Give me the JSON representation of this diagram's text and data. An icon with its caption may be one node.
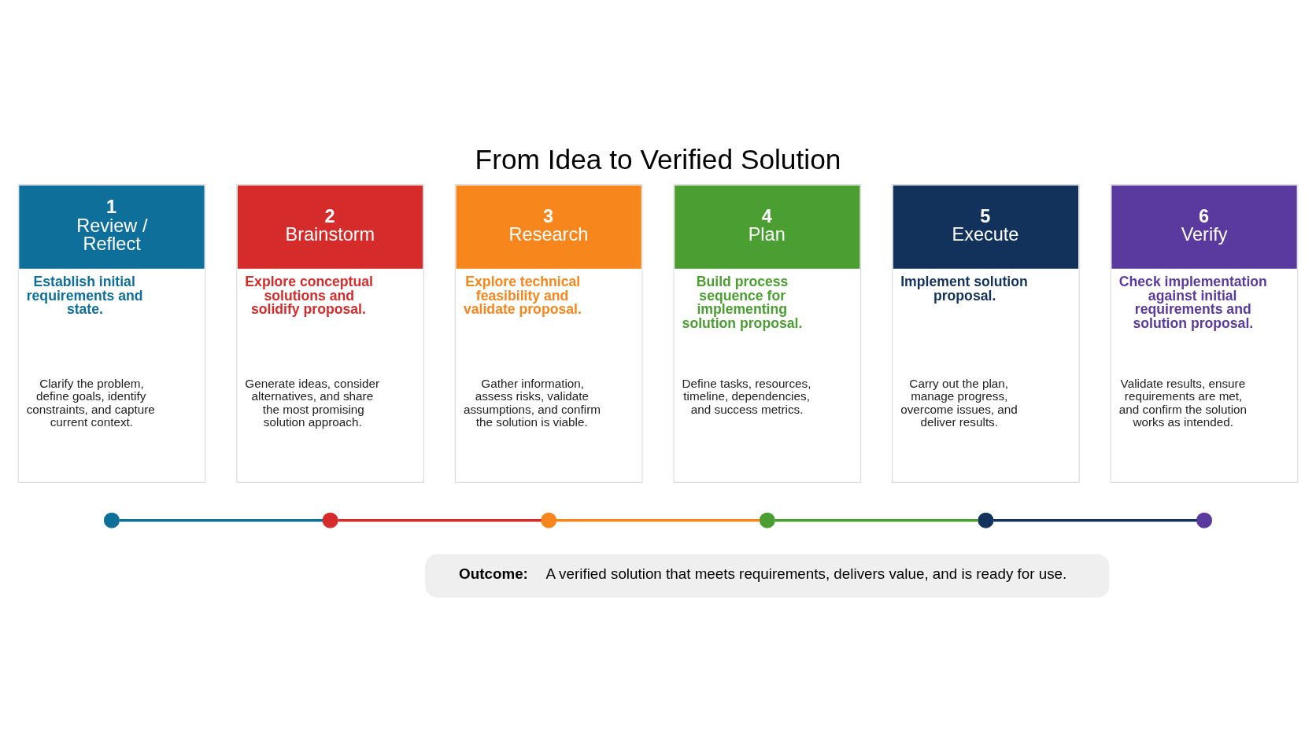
{
  "diagram": {
    "title": "From Idea to Verified Solution",
    "nodes": [
      {
        "text": [
          "1",
          "Review / Reflect",
          "Establish initial requirements and state.",
          "Clarify the problem, define goals, identify constraints, and capture current context."
        ]
      },
      {
        "text": [
          "2",
          "Brainstorm",
          "Explore conceptual solutions and solidify proposal.",
          "Generate ideas, consider alternatives, and share the most promising solution approach."
        ]
      },
      {
        "text": [
          "3",
          "Research",
          "Explore technical feasibility and validate proposal.",
          "Gather information, assess risks, validate assumptions, and confirm the solution is viable."
        ]
      },
      {
        "text": [
          "4",
          "Plan",
          "Build process sequence for implementing solution proposal.",
          "Define tasks, resources, timeline, dependencies, and success metrics."
        ]
      },
      {
        "text": [
          "5",
          "Execute",
          "Implement solution proposal.",
          "Carry out the plan, manage progress, overcome issues, and deliver results."
        ]
      },
      {
        "text": [
          "6",
          "Verify",
          "Check implementation against initial requirements and solution proposal.",
          "Validate results, ensure requirements are met, and confirm the solution works as intended."
        ]
      },
      {
        "text": [],
        "shape": "circle"
      },
      {
        "text": [],
        "shape": "circle"
      },
      {
        "text": [],
        "shape": "circle"
      },
      {
        "text": [],
        "shape": "circle"
      },
      {
        "text": [],
        "shape": "circle"
      },
      {
        "text": [],
        "shape": "circle"
      },
      {
        "text": [
          "Outcome:",
          "A verified solution that meets requirements, delivers value, and is ready for use."
        ]
      }
    ],
    "edges": [
      {
        "from": 6,
        "to": 7,
        "arrow": "none",
        "color": "#0e6f9a"
      },
      {
        "from": 7,
        "to": 8,
        "arrow": "none",
        "color": "#d62b2b"
      },
      {
        "from": 8,
        "to": 9,
        "arrow": "none",
        "color": "#f7861d"
      },
      {
        "from": 9,
        "to": 10,
        "arrow": "none",
        "color": "#4a9e32"
      },
      {
        "from": 10,
        "to": 11,
        "arrow": "none",
        "color": "#12325c"
      }
    ]
  }
}
